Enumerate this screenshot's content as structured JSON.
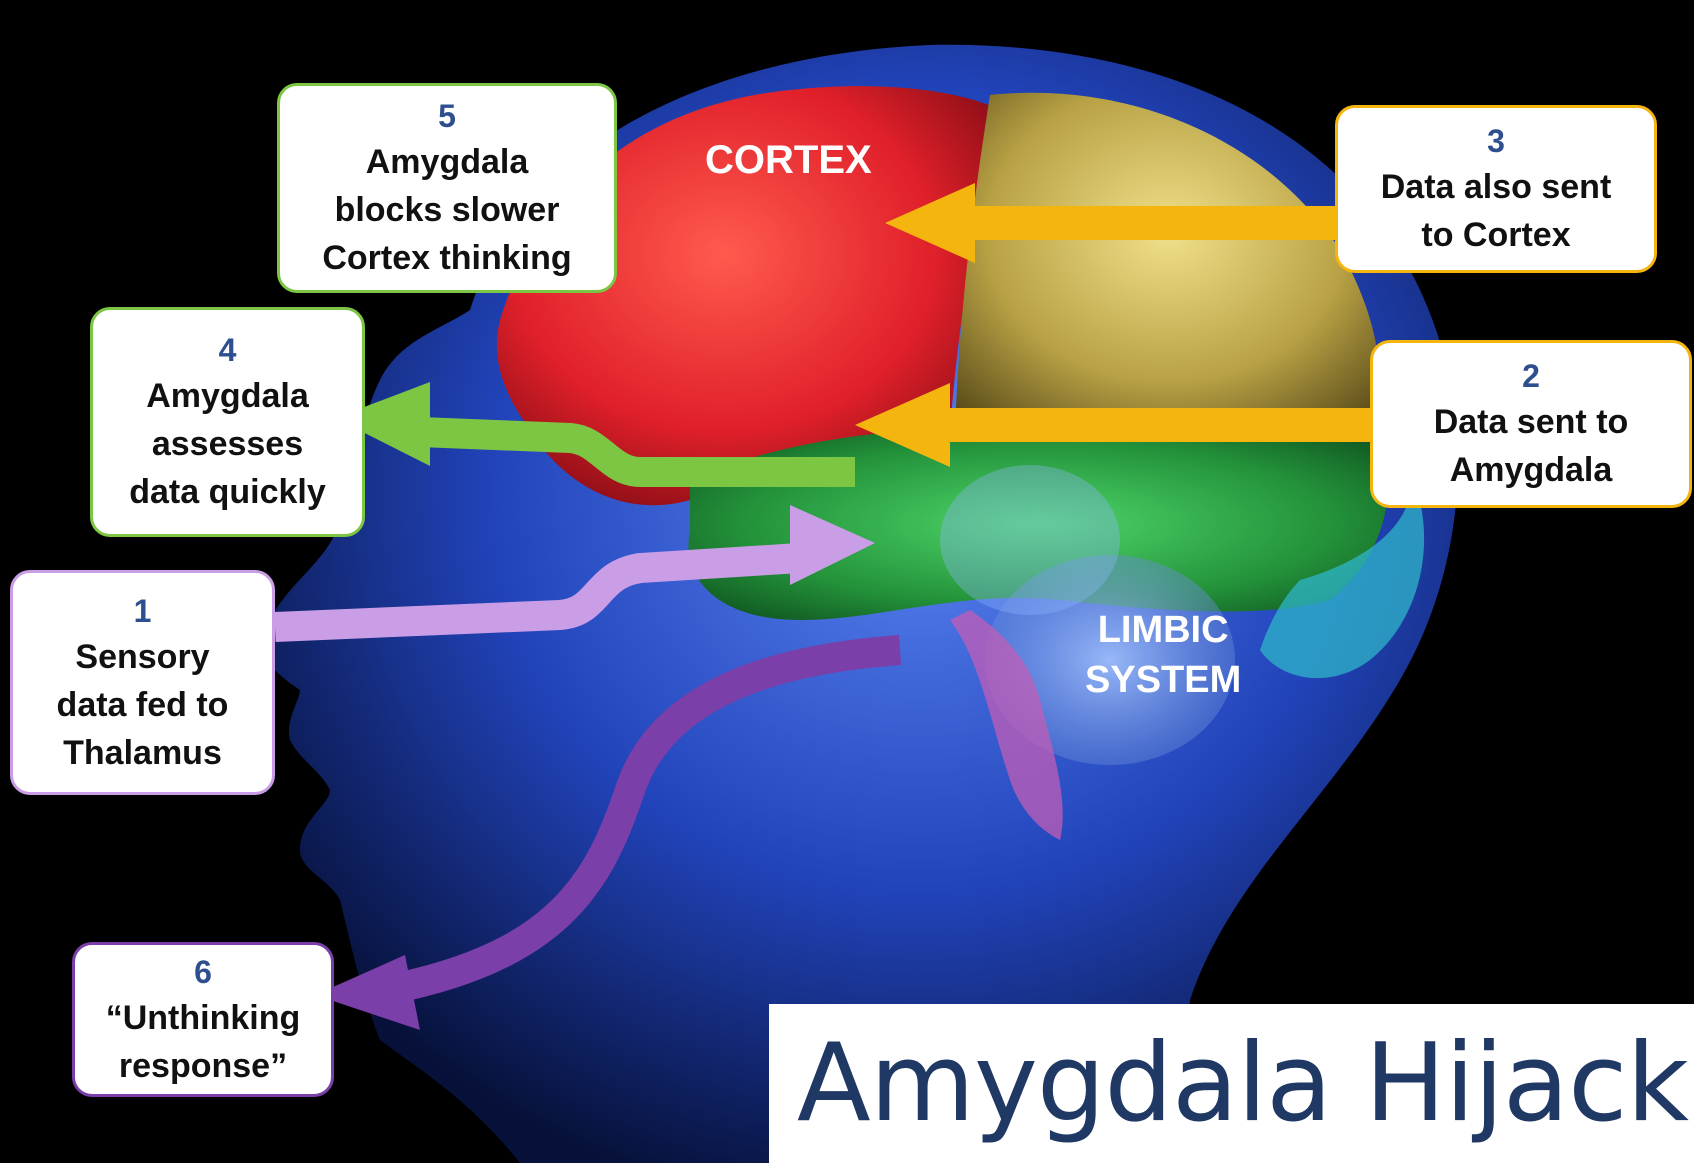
{
  "title": "Amygdala Hijack",
  "regions": {
    "cortex": "CORTEX",
    "limbic": "LIMBIC\nSYSTEM"
  },
  "steps": [
    {
      "number": "1",
      "text": "Sensory\ndata fed to\nThalamus",
      "color": "#c99ee6"
    },
    {
      "number": "2",
      "text": "Data sent to\nAmygdala",
      "color": "#f5b50f"
    },
    {
      "number": "3",
      "text": "Data also sent\nto Cortex",
      "color": "#f5b50f"
    },
    {
      "number": "4",
      "text": "Amygdala\nassesses\ndata quickly",
      "color": "#7cc644"
    },
    {
      "number": "5",
      "text": "Amygdala\nblocks slower\nCortex thinking",
      "color": "#7cc644"
    },
    {
      "number": "6",
      "text": "“Unthinking\nresponse”",
      "color": "#7a3fa8"
    }
  ],
  "colors": {
    "background": "#000000",
    "head": "#2a5bd7",
    "cortex": "#e0202a",
    "parietal": "#c9b54a",
    "temporal": "#2f9a3a",
    "arrow_orange": "#f5b50f",
    "arrow_green": "#7cc644",
    "arrow_lilac": "#c99ee6",
    "arrow_purple": "#7a3fa8",
    "title": "#1f3864"
  }
}
